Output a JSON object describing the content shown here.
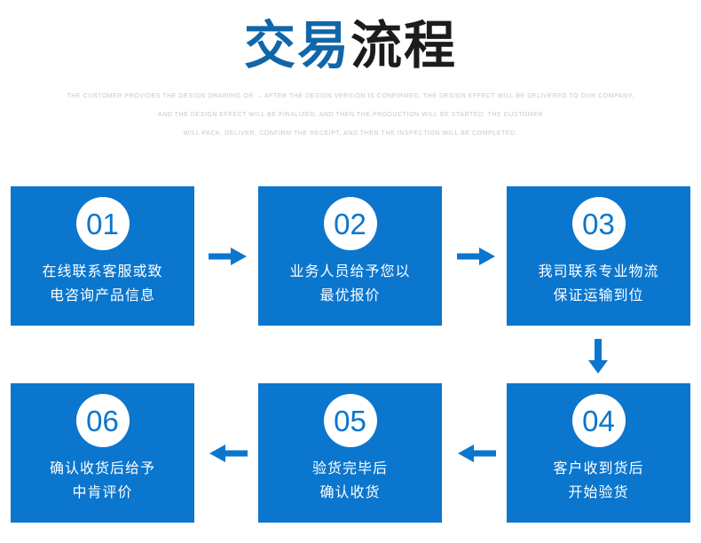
{
  "header": {
    "title_blue": "交易",
    "title_dark": "流程",
    "subtitle_lines": [
      "THE CUSTOMER PROVIDES THE DESIGN DRAWING OR → AFTER THE DESIGN VERSION IS CONFIRMED, THE DESIGN EFFECT WILL BE DELIVERED TO OUR COMPANY,",
      "AND THE DESIGN EFFECT WILL BE FINALIZED, AND THEN THE PRODUCTION WILL BE STARTED. THE CUSTOMER",
      "WILL PACK, DELIVER, CONFIRM THE RECEIPT, AND THEN THE INSPECTION WILL BE COMPLETED."
    ]
  },
  "colors": {
    "card_blue": "#0b76ce",
    "title_blue": "#1166a8",
    "title_dark": "#1c1c1c",
    "arrow_blue": "#0b76ce",
    "subtitle_gray": "#c8c8c8"
  },
  "steps": [
    {
      "number": "01",
      "line1": "在线联系客服或致",
      "line2": "电咨询产品信息"
    },
    {
      "number": "02",
      "line1": "业务人员给予您以",
      "line2": "最优报价"
    },
    {
      "number": "03",
      "line1": "我司联系专业物流",
      "line2": "保证运输到位"
    },
    {
      "number": "04",
      "line1": "客户收到货后",
      "line2": "开始验货"
    },
    {
      "number": "05",
      "line1": "验货完毕后",
      "line2": "确认收货"
    },
    {
      "number": "06",
      "line1": "确认收货后给予",
      "line2": "中肯评价"
    }
  ],
  "arrows": [
    {
      "name": "arrow-right-step1-to-step2",
      "direction": "right"
    },
    {
      "name": "arrow-right-step2-to-step3",
      "direction": "right"
    },
    {
      "name": "arrow-down-step3-to-step4",
      "direction": "down"
    },
    {
      "name": "arrow-left-step4-to-step5",
      "direction": "left"
    },
    {
      "name": "arrow-left-step5-to-step6",
      "direction": "left"
    }
  ]
}
